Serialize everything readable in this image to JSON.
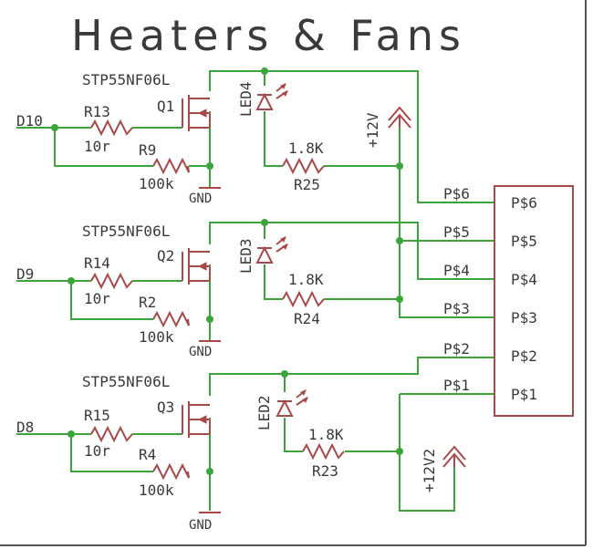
{
  "title": "Heaters & Fans",
  "channels": [
    {
      "input": "D10",
      "mosfet_part": "STP55NF06L",
      "mosfet_ref": "Q1",
      "gate_res_ref": "R13",
      "gate_res_val": "10r",
      "pull_res_ref": "R9",
      "pull_res_val": "100k",
      "led_ref": "LED4",
      "led_res_val": "1.8K",
      "led_res_ref": "R25",
      "gnd": "GND"
    },
    {
      "input": "D9",
      "mosfet_part": "STP55NF06L",
      "mosfet_ref": "Q2",
      "gate_res_ref": "R14",
      "gate_res_val": "10r",
      "pull_res_ref": "R2",
      "pull_res_val": "100k",
      "led_ref": "LED3",
      "led_res_val": "1.8K",
      "led_res_ref": "R24",
      "gnd": "GND"
    },
    {
      "input": "D8",
      "mosfet_part": "STP55NF06L",
      "mosfet_ref": "Q3",
      "gate_res_ref": "R15",
      "gate_res_val": "10r",
      "pull_res_ref": "R4",
      "pull_res_val": "100k",
      "led_ref": "LED2",
      "led_res_val": "1.8K",
      "led_res_ref": "R23",
      "gnd": "GND"
    }
  ],
  "power": {
    "rail1": "+12V",
    "rail2": "+12V2"
  },
  "connector": {
    "pins": [
      "P$6",
      "P$5",
      "P$4",
      "P$3",
      "P$2",
      "P$1"
    ],
    "net_labels": [
      "P$6",
      "P$5",
      "P$4",
      "P$3",
      "P$2",
      "P$1"
    ]
  }
}
